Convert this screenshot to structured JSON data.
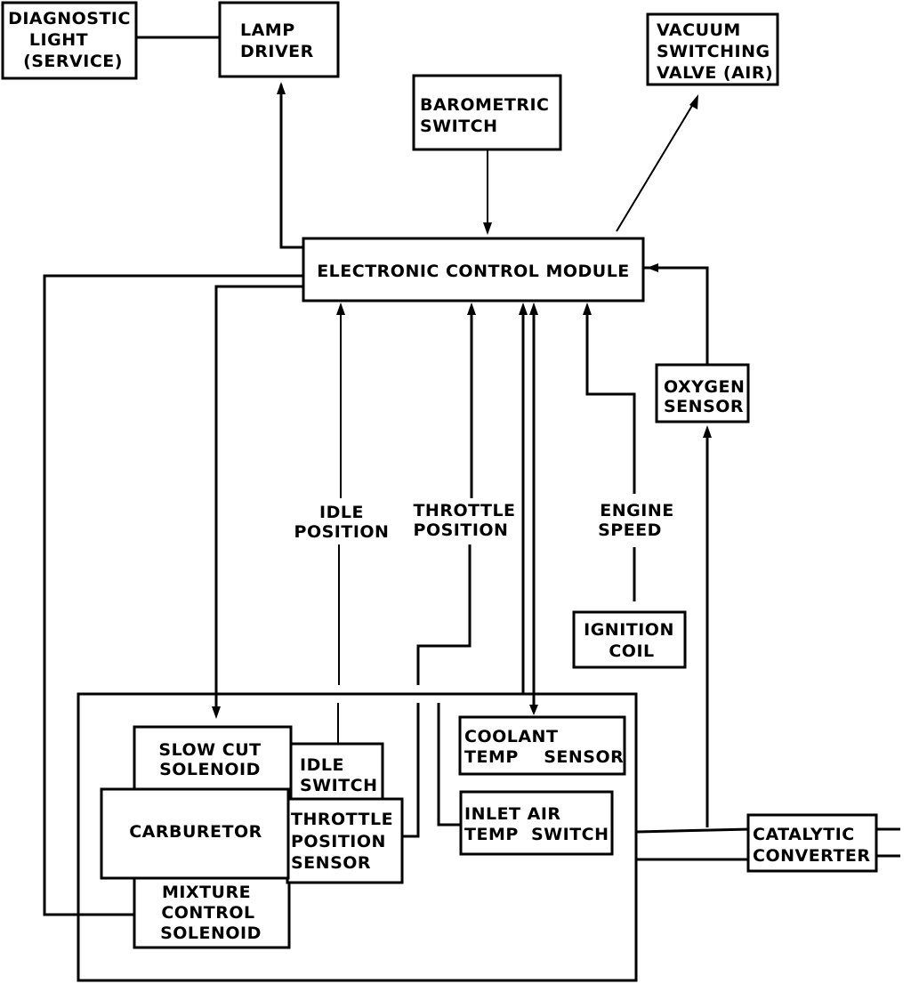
{
  "blocks": {
    "diagnostic_light": [
      "DIAGNOSTIC",
      "LIGHT",
      "(SERVICE)"
    ],
    "lamp_driver": [
      "LAMP",
      "DRIVER"
    ],
    "barometric_switch": [
      "BAROMETRIC",
      "SWITCH"
    ],
    "vacuum_switching_valve": [
      "VACUUM",
      "SWITCHING",
      "VALVE (AIR)"
    ],
    "ecm": "ELECTRONIC CONTROL MODULE",
    "oxygen_sensor": [
      "OXYGEN",
      "SENSOR"
    ],
    "ignition_coil": [
      "IGNITION",
      "COIL"
    ],
    "slow_cut_solenoid": [
      "SLOW CUT",
      "SOLENOID"
    ],
    "idle_switch": [
      "IDLE",
      "SWITCH"
    ],
    "carburetor": "CARBURETOR",
    "throttle_position_sensor": [
      "THROTTLE",
      "POSITION",
      "SENSOR"
    ],
    "mixture_control_solenoid": [
      "MIXTURE",
      "CONTROL",
      "SOLENOID"
    ],
    "coolant_temp_sensor": [
      "COOLANT",
      "TEMP    SENSOR"
    ],
    "inlet_air_temp_switch": [
      "INLET AIR",
      "TEMP  SWITCH"
    ],
    "catalytic_converter": [
      "CATALYTIC",
      "CONVERTER"
    ]
  },
  "signals": {
    "idle_position": [
      "IDLE",
      "POSITION"
    ],
    "throttle_position": [
      "THROTTLE",
      "POSITION"
    ],
    "engine_speed": [
      "ENGINE",
      "SPEED"
    ]
  }
}
